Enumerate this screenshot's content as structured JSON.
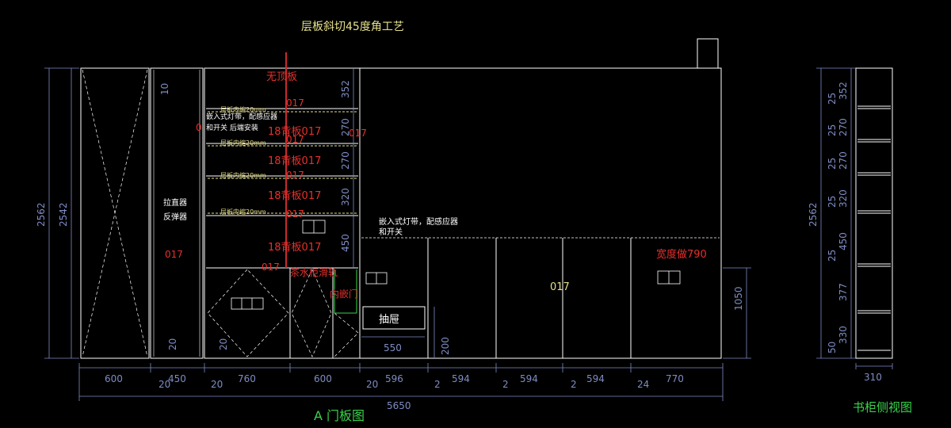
{
  "colors": {
    "background": "#000000",
    "line": "#ffffff",
    "dim": "#7e8cc4",
    "red": "#e8302c",
    "yellow": "#e6e08a",
    "green": "#39d24a",
    "white": "#ffffff"
  },
  "front": {
    "caption": "A  门板图",
    "title_note": "层板斜切45度角工艺",
    "labels": {
      "no_top": "无顶板",
      "back1": "18背板017",
      "back2": "18背板017",
      "back3": "18背板017",
      "back4": "18背板017",
      "code_a": "017",
      "code_b": "017",
      "code_c": "017",
      "code_d": "017",
      "code_e": "017",
      "code_f": "017",
      "code_g": "017",
      "code_h": "017",
      "code_left": "017",
      "code_0": "0",
      "code_right": "017",
      "width_note": "宽度做790",
      "inner_door": "内嵌门",
      "tea_note": "茶水柜滑轨",
      "center_code": "017",
      "drawer": "抽屉",
      "puller": "拉直器",
      "rebound": "反弹器",
      "light1_a": "嵌入式灯带，配感应器",
      "light1_b": "和开关 后端安装",
      "light2_a": "嵌入式灯带，配感应器",
      "light2_b": "和开关",
      "shelf_note": "层板内缩20mm"
    },
    "dims_bottom": [
      "600",
      "20",
      "450",
      "20",
      "760",
      "600",
      "20",
      "596",
      "2",
      "594",
      "2",
      "594",
      "2",
      "594",
      "24",
      "770"
    ],
    "total": "5650",
    "dims_left": [
      "2562",
      "2542"
    ],
    "dims_inner": [
      "10",
      "20",
      "20",
      "550",
      "200"
    ],
    "dims_right_stack": [
      "352",
      "270",
      "270",
      "320",
      "450"
    ],
    "dim_1050": "1050"
  },
  "side": {
    "caption": "书柜侧视图",
    "height": "2562",
    "width": "310",
    "spacers": [
      "25",
      "25",
      "25",
      "25",
      "25",
      "50"
    ],
    "sections": [
      "352",
      "270",
      "270",
      "320",
      "450",
      "377",
      "330"
    ]
  }
}
